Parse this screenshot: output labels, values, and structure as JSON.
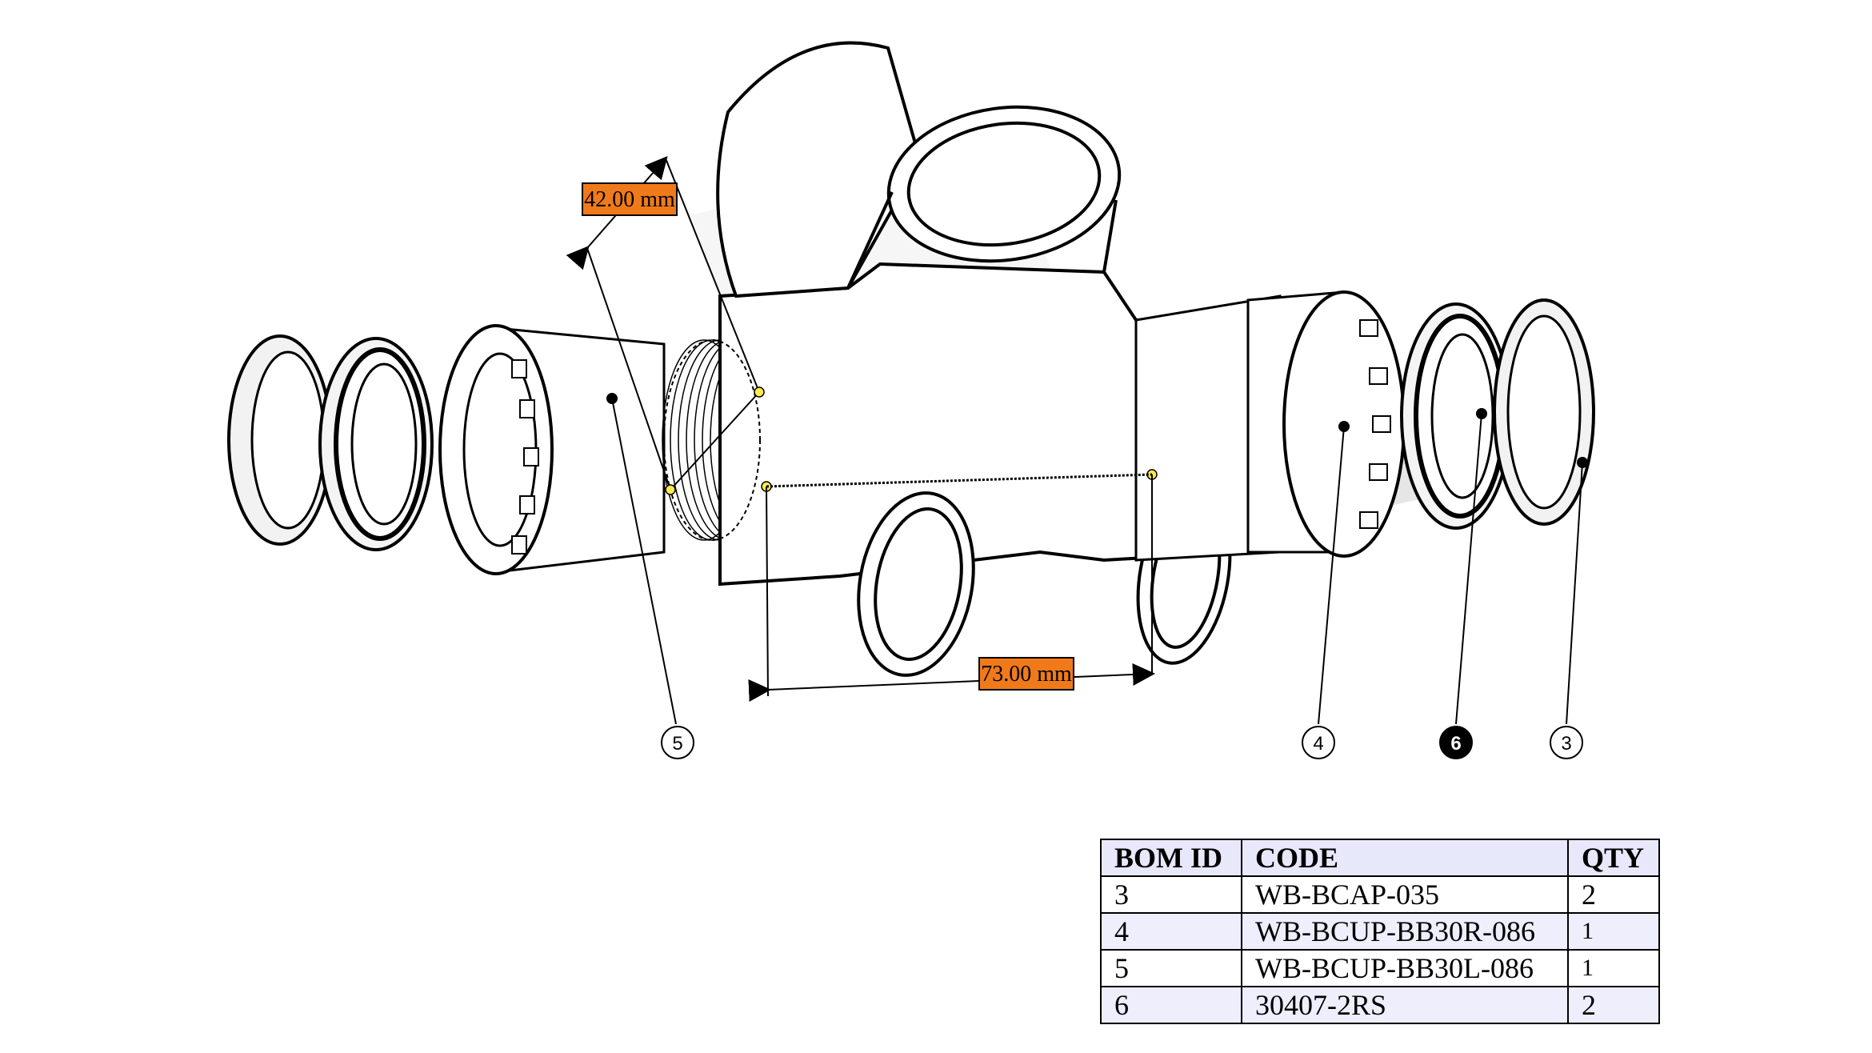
{
  "dimensions": {
    "bb_diameter": "42.00 mm",
    "shell_width": "73.00 mm"
  },
  "balloons": [
    {
      "id": "5",
      "highlighted": false
    },
    {
      "id": "4",
      "highlighted": false
    },
    {
      "id": "6",
      "highlighted": true
    },
    {
      "id": "3",
      "highlighted": false
    }
  ],
  "bom": {
    "headers": [
      "BOM ID",
      "CODE",
      "QTY"
    ],
    "rows": [
      {
        "id": "3",
        "code": "WB-BCAP-035",
        "qty": "2"
      },
      {
        "id": "4",
        "code": "WB-BCUP-BB30R-086",
        "qty": "1"
      },
      {
        "id": "5",
        "code": "WB-BCUP-BB30L-086",
        "qty": "1"
      },
      {
        "id": "6",
        "code": "30407-2RS",
        "qty": "2"
      }
    ]
  },
  "colors": {
    "dimension_label": "#f07a1a",
    "balloon_highlight": "#000000",
    "shadow": "#e4e4e4",
    "table_header": "#e8e8fb"
  }
}
